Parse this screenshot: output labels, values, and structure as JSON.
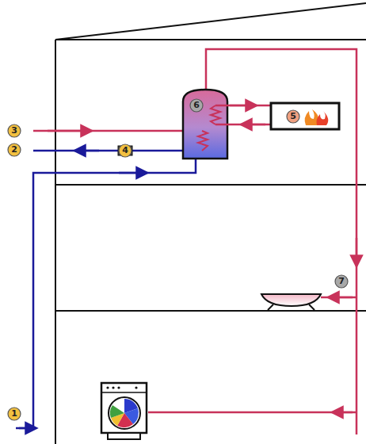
{
  "diagram": {
    "labels": [
      "6",
      "5",
      "3",
      "2",
      "4",
      "7",
      "1"
    ]
  }
}
